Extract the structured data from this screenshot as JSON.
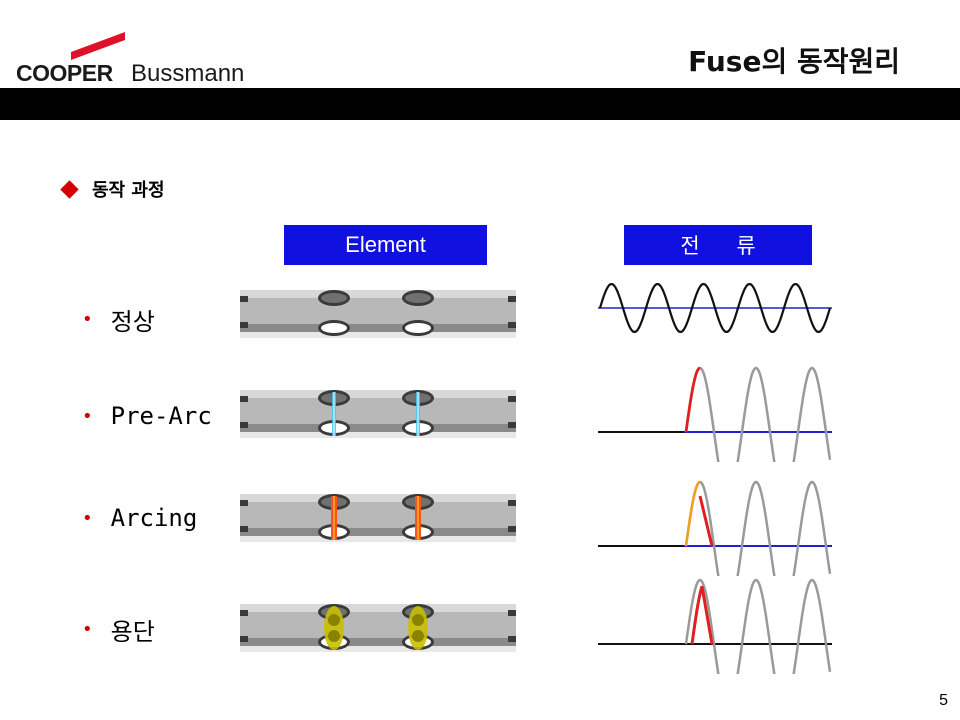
{
  "logo": {
    "cooper": "COOPER",
    "bussmann": "Bussmann",
    "mark_color": "#e0102a"
  },
  "title": "Fuse의 동작원리",
  "section": {
    "bullet": "동작 과정"
  },
  "headers": {
    "element": "Element",
    "current": "전 류"
  },
  "rows": [
    {
      "label": "정상",
      "state": "normal"
    },
    {
      "label": "Pre-Arc",
      "state": "pre-arc"
    },
    {
      "label": "Arcing",
      "state": "arcing"
    },
    {
      "label": "용단",
      "state": "melted"
    }
  ],
  "colors": {
    "header_bg": "#1010e0",
    "bullet_red": "#d40000",
    "axis_blue": "#2222cc",
    "arc_red": "#e02020",
    "arc_orange": "#f0a020",
    "melt_yellow": "#c8c000",
    "gap_cyan": "#40c8f0"
  },
  "page_number": "5"
}
